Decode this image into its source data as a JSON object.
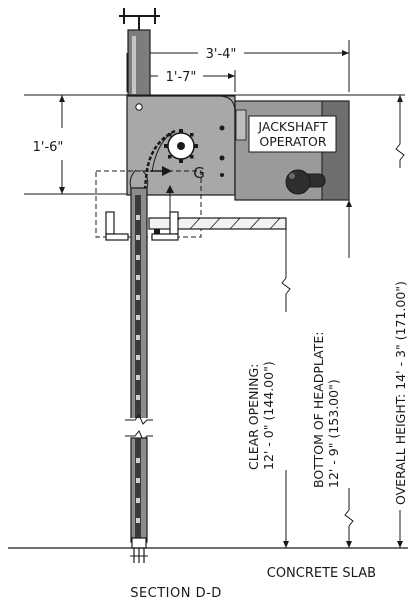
{
  "dimensions": {
    "width_overall": "3'-4\"",
    "width_inner": "1'-7\"",
    "height_left": "1'-6\""
  },
  "operator": {
    "line1": "JACKSHAFT",
    "line2": "OPERATOR"
  },
  "marker_g": "G",
  "vertical_labels": {
    "clear_opening_1": "CLEAR OPENING:",
    "clear_opening_2": "12' - 0\"  (144.00\")",
    "headplate_1": "BOTTOM OF HEADPLATE:",
    "headplate_2": "12' - 9\"  (153.00\")",
    "overall": "OVERALL HEIGHT:  14' - 3\"  (171.00\")"
  },
  "floor_label": "CONCRETE SLAB",
  "section_title": "SECTION D-D",
  "colors": {
    "drum_gray": "#a8a8a8",
    "operator_gray": "#9a9a9a",
    "dark": "#333333",
    "line": "#1a1a1a"
  }
}
